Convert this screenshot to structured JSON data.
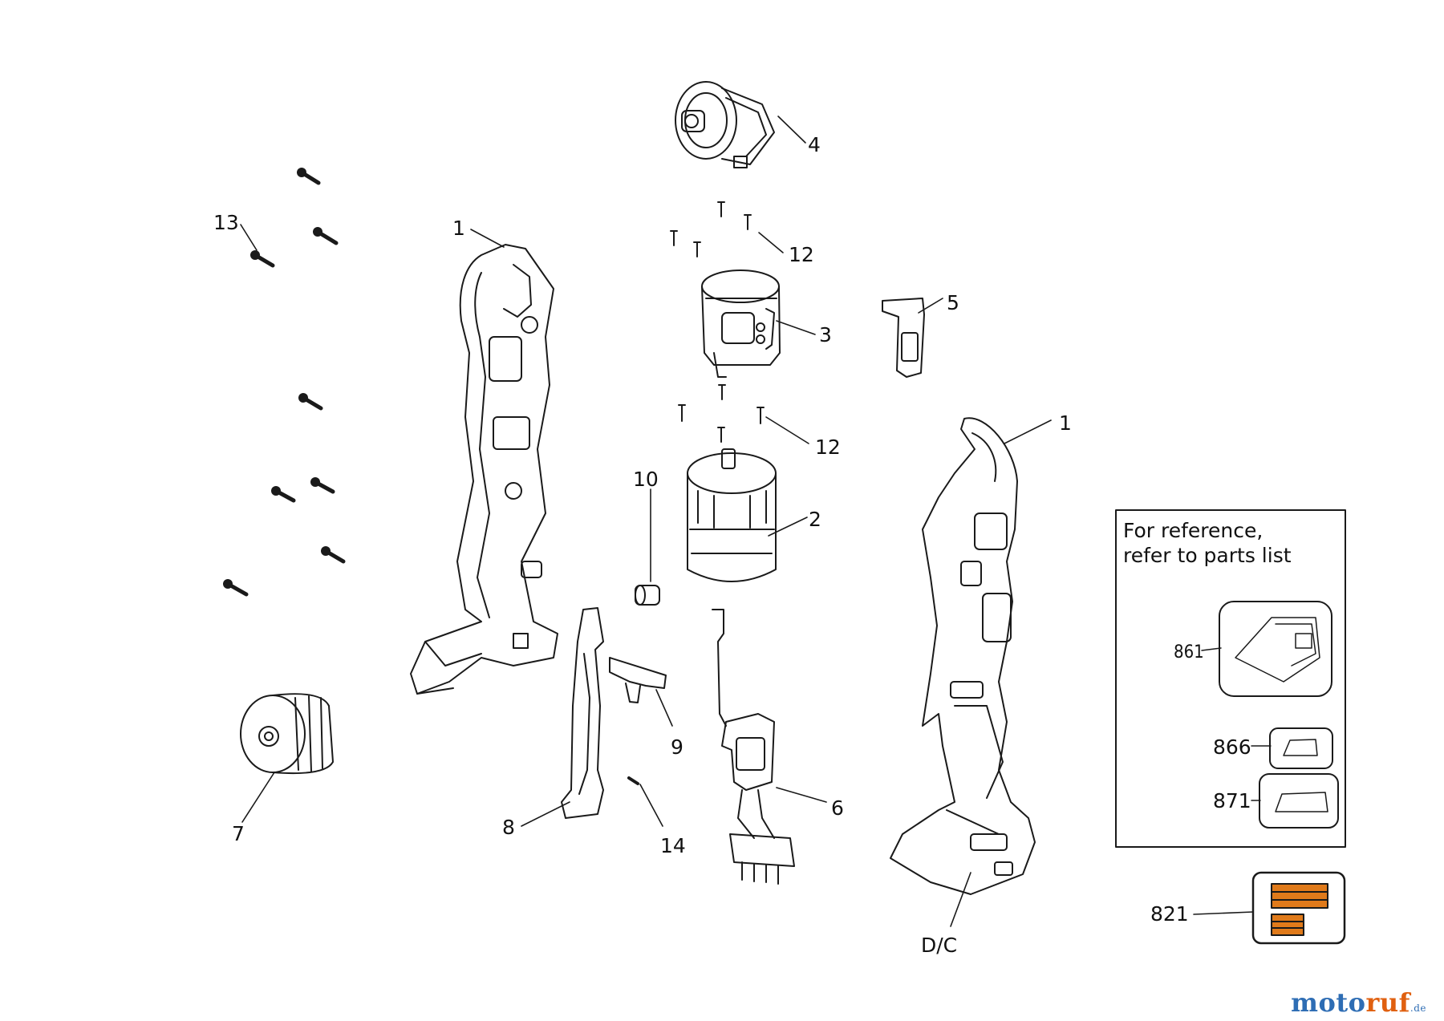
{
  "callouts": {
    "c1a": "1",
    "c1b": "1",
    "c2": "2",
    "c3": "3",
    "c4": "4",
    "c5": "5",
    "c6": "6",
    "c7": "7",
    "c8": "8",
    "c9": "9",
    "c10": "10",
    "c12a": "12",
    "c12b": "12",
    "c13": "13",
    "c14": "14",
    "dc": "D/C"
  },
  "reference_box": {
    "line1": "For reference,",
    "line2": "refer to parts list",
    "items": [
      "861",
      "866",
      "871"
    ]
  },
  "label_part": "821",
  "watermark": {
    "part1": "moto",
    "part2": "ruf",
    "tld": ".de"
  },
  "colors": {
    "line": "#1a1a1a",
    "label_orange": "#e07a1a",
    "watermark_blue": "#2e6db4",
    "watermark_orange": "#e06010"
  }
}
